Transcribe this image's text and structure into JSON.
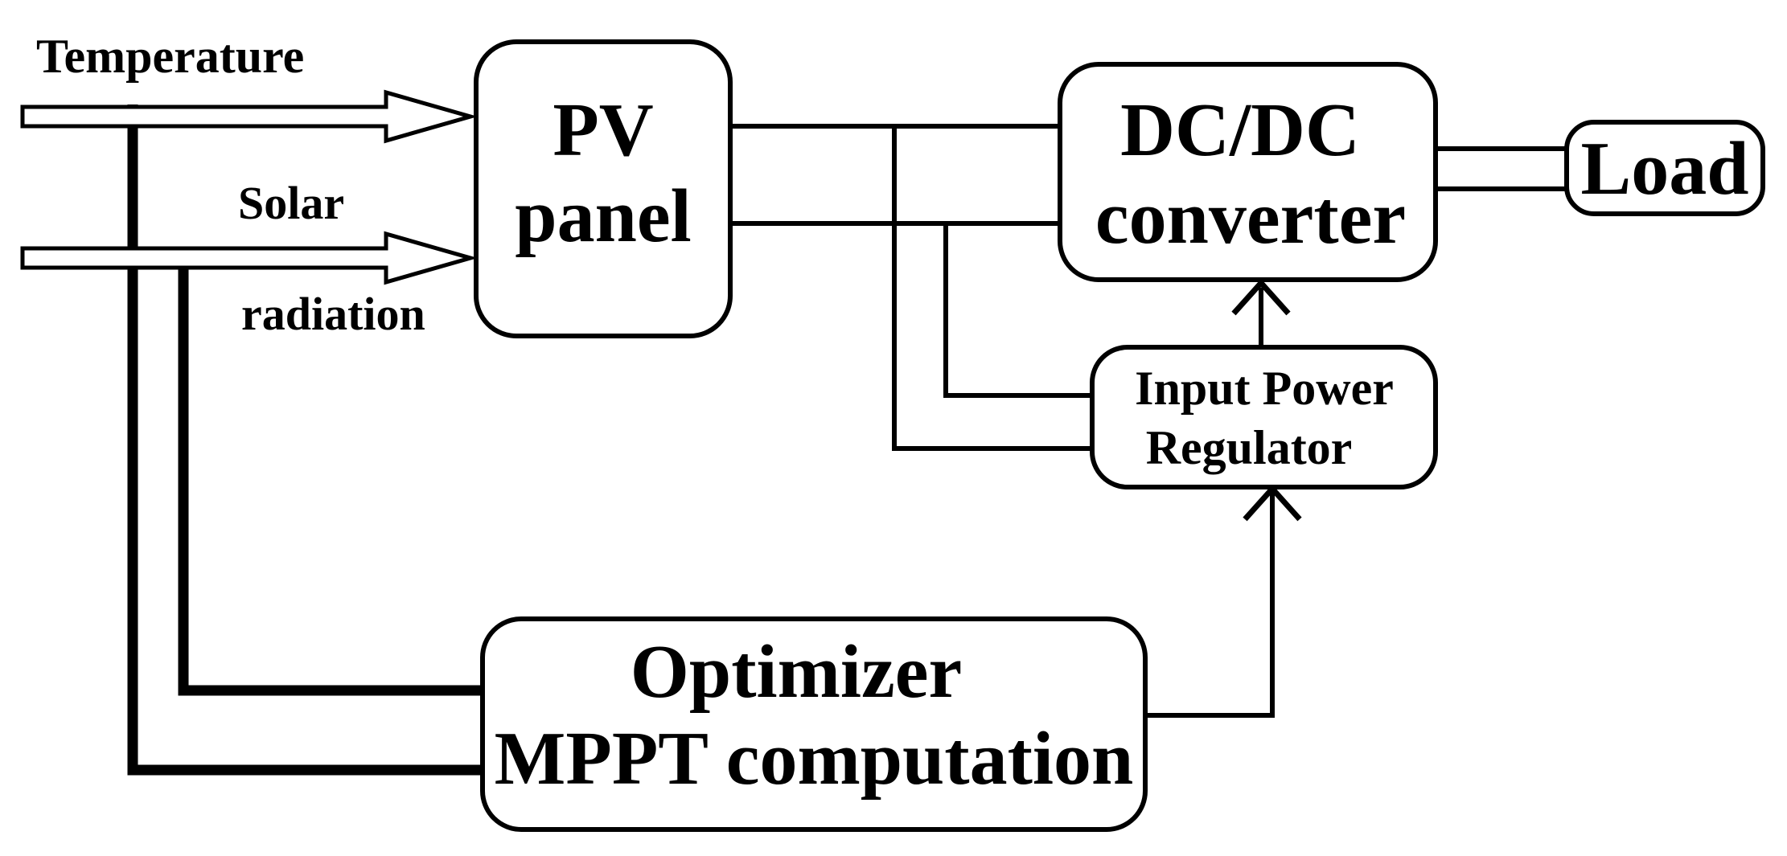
{
  "inputs": {
    "temperature": "Temperature",
    "solar_line1": "Solar",
    "solar_line2": "radiation"
  },
  "blocks": {
    "pv_panel": {
      "line1": "PV",
      "line2": "panel"
    },
    "dc_dc_converter": {
      "line1": "DC/DC",
      "line2": "converter"
    },
    "load": {
      "line1": "Load"
    },
    "input_power_regulator": {
      "line1": "Input Power",
      "line2": "Regulator"
    },
    "optimizer": {
      "line1": "Optimizer",
      "line2": "MPPT computation"
    }
  }
}
